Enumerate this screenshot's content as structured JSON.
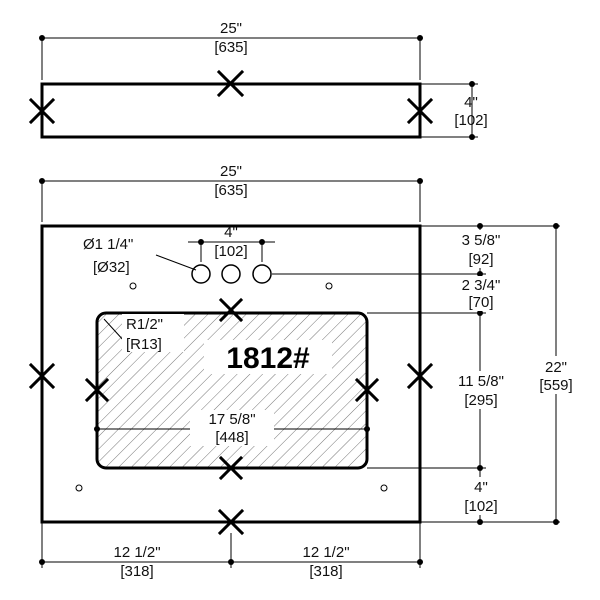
{
  "backsplash": {
    "width_in": "25\"",
    "width_mm": "[635]",
    "height_in": "4\"",
    "height_mm": "[102]"
  },
  "top": {
    "width_in": "25\"",
    "width_mm": "[635]",
    "depth_in": "22\"",
    "depth_mm": "[559]",
    "faucet_spacing_in": "4\"",
    "faucet_spacing_mm": "[102]",
    "hole_dia_in": "Ø1 1/4\"",
    "hole_dia_mm": "[Ø32]",
    "edge_to_holes_in": "3 5/8\"",
    "edge_to_holes_mm": "[92]",
    "holes_to_bowl_in": "2 3/4\"",
    "holes_to_bowl_mm": "[70]",
    "bowl_depth_in": "11 5/8\"",
    "bowl_depth_mm": "[295]",
    "bowl_to_front_in": "4\"",
    "bowl_to_front_mm": "[102]",
    "bowl_width_in": "17 5/8\"",
    "bowl_width_mm": "[448]",
    "corner_radius_in": "R1/2\"",
    "corner_radius_mm": "[R13]",
    "half_left_in": "12 1/2\"",
    "half_left_mm": "[318]",
    "half_right_in": "12 1/2\"",
    "half_right_mm": "[318]",
    "model": "1812#"
  }
}
